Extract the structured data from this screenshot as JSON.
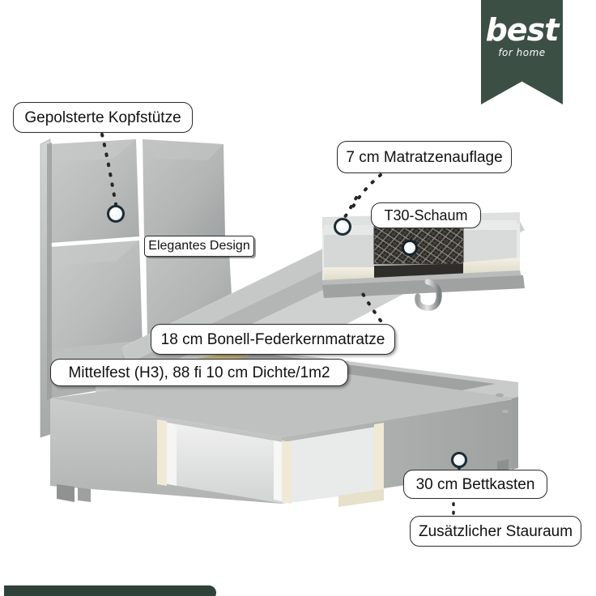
{
  "brand": {
    "name": "best",
    "tagline": "for home",
    "color": "#3c4f45",
    "bar_color": "#2e4239"
  },
  "product": {
    "type": "boxspring-bed-cutaway-diagram",
    "base_color": "#c4c6c5",
    "upholstery_color": "#b8bbbb"
  },
  "callouts": [
    {
      "id": "headrest",
      "label": "Gepolsterte Kopfstütze",
      "dot": true
    },
    {
      "id": "design",
      "label": "Elegantes Design",
      "dot": false
    },
    {
      "id": "topper",
      "label": "7 cm Matratzenauflage",
      "dot": true
    },
    {
      "id": "foam",
      "label": "T30-Schaum",
      "dot": true
    },
    {
      "id": "mattress",
      "label": "18 cm Bonell-Federkernmatratze",
      "dot": false
    },
    {
      "id": "firmness",
      "label": "Mittelfest (H3), 88 fi 10 cm Dichte/1m2",
      "dot": false
    },
    {
      "id": "drawer",
      "label": "30 cm Bettkasten",
      "dot": true
    },
    {
      "id": "storage",
      "label": "Zusätzlicher Stauraum",
      "dot": false
    }
  ]
}
